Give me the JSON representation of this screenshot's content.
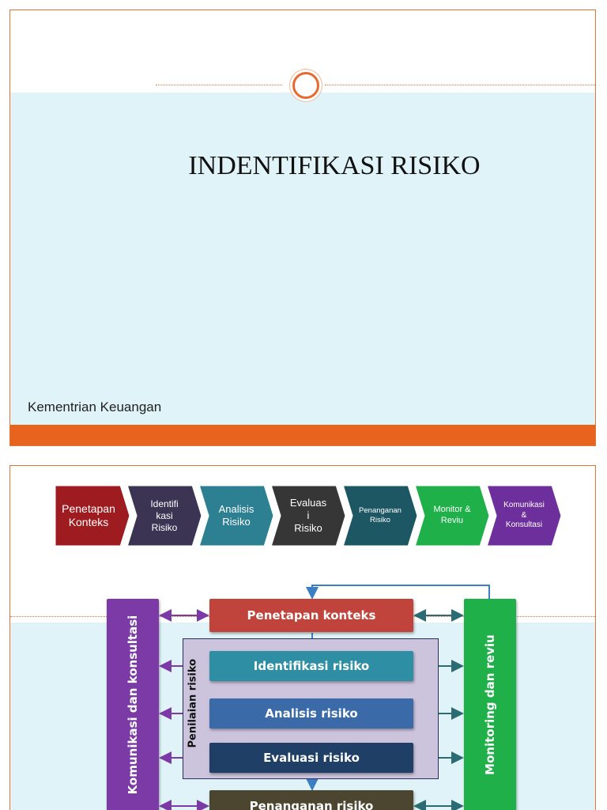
{
  "slide1": {
    "title": "INDENTIFIKASI RISIKO",
    "footer": "Kementrian Keuangan"
  },
  "slide2": {
    "steps": [
      {
        "label": "Penetapan\nKonteks",
        "color": "#9e1b1f"
      },
      {
        "label": "Identifi\nkasi\nRisiko",
        "color": "#3b3553"
      },
      {
        "label": "Analisis\nRisiko",
        "color": "#2d7f92"
      },
      {
        "label": "Evaluas\ni\nRisiko",
        "color": "#363636"
      },
      {
        "label": "Penanganan\nRisiko",
        "color": "#1d5763"
      },
      {
        "label": "Monitor &\nReviu",
        "color": "#1fb04a"
      },
      {
        "label": "Komunikasi\n&\nKonsultasi",
        "color": "#6d2f9b"
      }
    ],
    "diagram": {
      "left_bar": "Komunikasi dan konsultasi",
      "right_bar": "Monitoring dan reviu",
      "assessment_label": "Penilaian risiko",
      "boxes": [
        "Penetapan konteks",
        "Identifikasi risiko",
        "Analisis risiko",
        "Evaluasi risiko",
        "Penanganan risiko"
      ],
      "colors": {
        "left": "#7b3aa6",
        "right": "#1fb04a",
        "penetapan": "#c0443b",
        "identifikasi": "#2e8ea3",
        "analisis": "#3a6aa8",
        "evaluasi": "#1f3f66",
        "penanganan": "#4c4530",
        "assessment_bg": "#ccc3dc",
        "assessment_border": "#2b2a6a",
        "arrow_left": "#7b3aa6",
        "arrow_right": "#2b6b73",
        "flow": "#3a7fc4"
      }
    }
  }
}
